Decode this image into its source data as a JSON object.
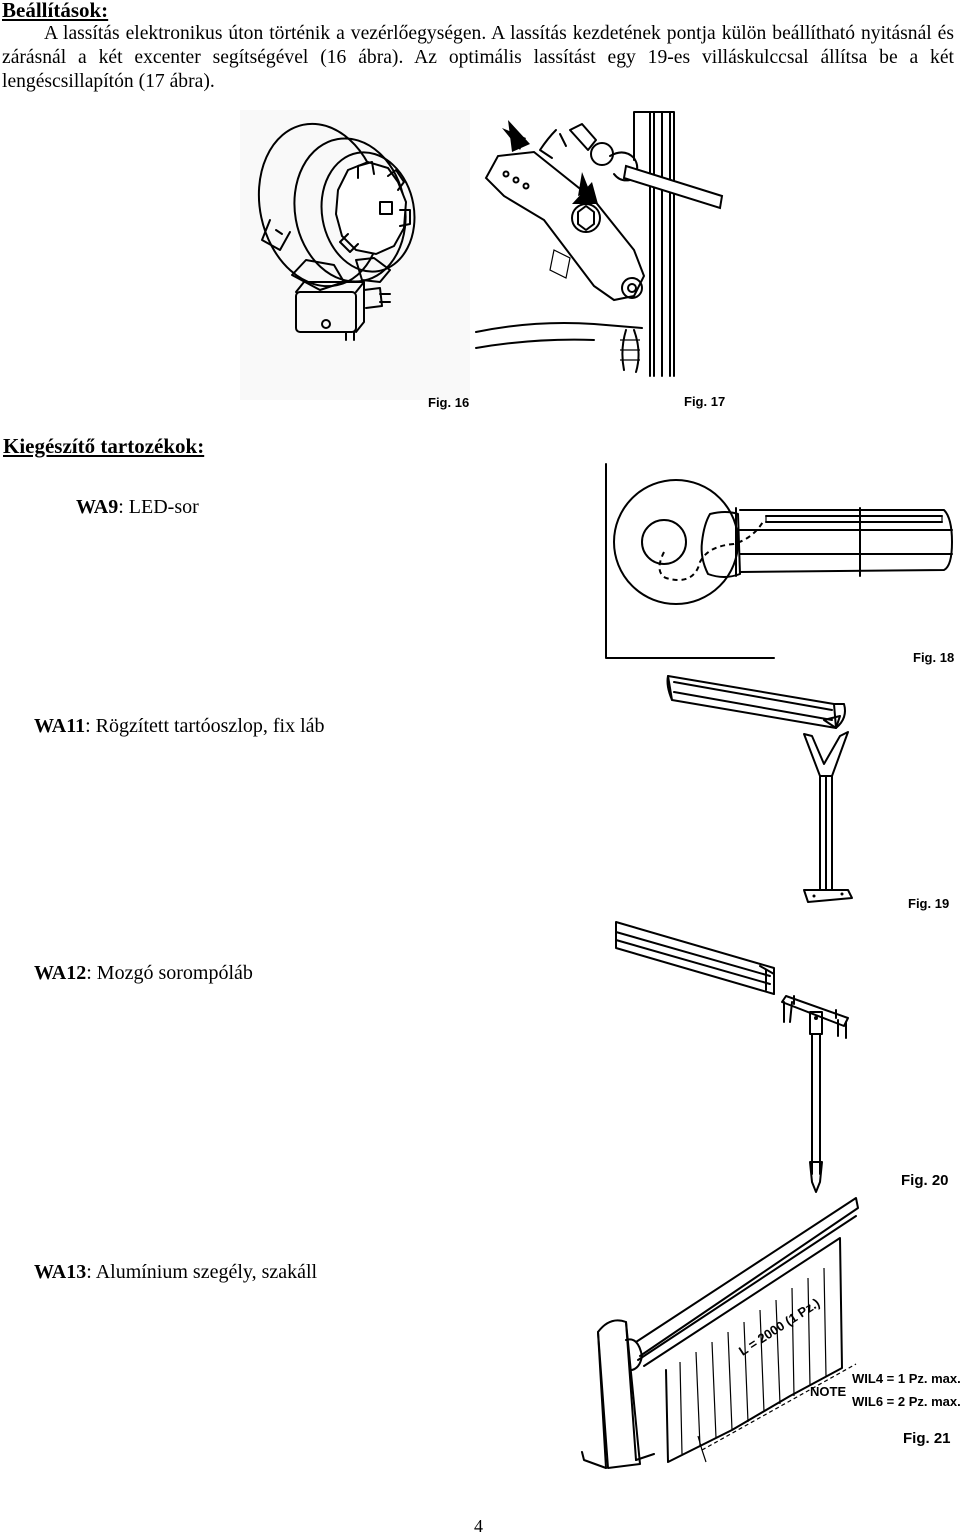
{
  "settings": {
    "heading": "Beállítások:",
    "paragraph": "A lassítás elektronikus úton történik a vezérlőegységen. A lassítás kezdetének pontja külön beállítható nyitásnál és zárásnál a két excenter segítségével (16 ábra). Az optimális lassítást egy 19-es villáskulccsal állítsa be a két lengéscsillapítón (17 ábra)."
  },
  "figures": {
    "fig16": "Fig. 16",
    "fig17": "Fig. 17",
    "fig18": "Fig. 18",
    "fig19": "Fig. 19",
    "fig20": "Fig. 20",
    "fig21": "Fig. 21"
  },
  "accessories": {
    "heading": "Kiegészítő tartozékok:",
    "items": [
      {
        "code": "WA9",
        "desc": ": LED-sor"
      },
      {
        "code": "WA11",
        "desc": ": Rögzített tartóoszlop, fix láb"
      },
      {
        "code": "WA12",
        "desc": ": Mozgó sorompóláb"
      },
      {
        "code": "WA13",
        "desc": ": Alumínium szegély, szakáll"
      }
    ]
  },
  "fig21_notes": {
    "length": "L = 2000 (1 Pz.)",
    "note": "NOTE",
    "wil4": "WIL4 = 1 Pz. max.",
    "wil6": "WIL6 = 2 Pz. max."
  },
  "page_number": "4"
}
